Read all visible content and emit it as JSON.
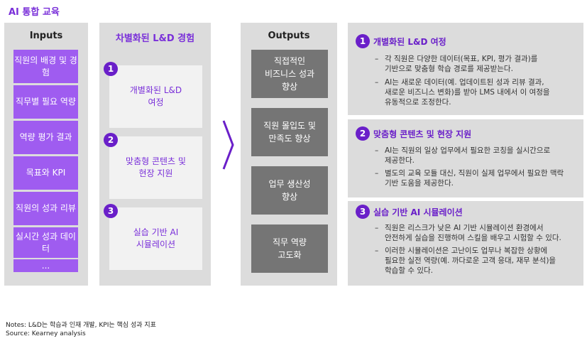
{
  "title": "AI 통합 교육",
  "inputs": {
    "header": "Inputs",
    "items": [
      "직원의\n배경 및 경험",
      "직무별 필요\n역량",
      "역량 평가\n결과",
      "목표와 KPI",
      "직원의 성과\n리뷰",
      "실시간 성과\n데이터",
      "..."
    ]
  },
  "diff": {
    "header": "차별화된 L&D 경험",
    "items": [
      {
        "num": "1",
        "label": "개별화된 L&D\n여정"
      },
      {
        "num": "2",
        "label": "맞춤형 콘텐츠 및\n현장 지원"
      },
      {
        "num": "3",
        "label": "실습 기반 AI\n시뮬레이션"
      }
    ]
  },
  "outputs": {
    "header": "Outputs",
    "items": [
      "직접적인\n비즈니스 성과\n향상",
      "직원 몰입도 및\n만족도 향상",
      "업무 생산성\n향상",
      "직무 역량\n고도화"
    ]
  },
  "details": [
    {
      "num": "1",
      "title": "개별화된 L&D 여정",
      "bullets": [
        "각 직원은 다양한 데이터(목표, KPI, 평가 결과)를\n기반으로 맞춤형 학습 경로를 제공받는다.",
        "AI는 새로운 데이터(예. 업데이트된 성과 리뷰 결과,\n새로운 비즈니스 변화)를 받아 LMS 내에서 이 여정을\n유동적으로 조정한다."
      ]
    },
    {
      "num": "2",
      "title": "맞춤형 콘텐츠 및 현장 지원",
      "bullets": [
        "AI는 직원의 일상 업무에서 필요한 코칭을 실시간으로\n제공한다.",
        "별도의 교육 모듈 대신, 직원이 실제 업무에서 필요한 맥락\n기반 도움을 제공한다."
      ]
    },
    {
      "num": "3",
      "title": "실습 기반 AI 시뮬레이션",
      "bullets": [
        "직원은 리스크가 낮은 AI 기반 시뮬레이션 환경에서\n안전하게 실습을 진행하며 스킬을 배우고 시험할 수 있다.",
        "이러한 시뮬레이션은 고난이도 업무나 복잡한 상황에\n필요한 실전 역량(예. 까다로운 고객 응대, 재무 분석)을\n학습할 수 있다."
      ]
    }
  ],
  "dash": "–",
  "notes": {
    "line1": "Notes: L&D는 학습과 인재 개발, KPI는 핵심 성과 지표",
    "line2": "Source: Kearney analysis"
  },
  "colors": {
    "accent": "#7a30d9",
    "number_circle": "#6a1fc9",
    "input_box": "#9f5cf0",
    "output_box": "#757575",
    "panel": "#dcdcdc"
  }
}
